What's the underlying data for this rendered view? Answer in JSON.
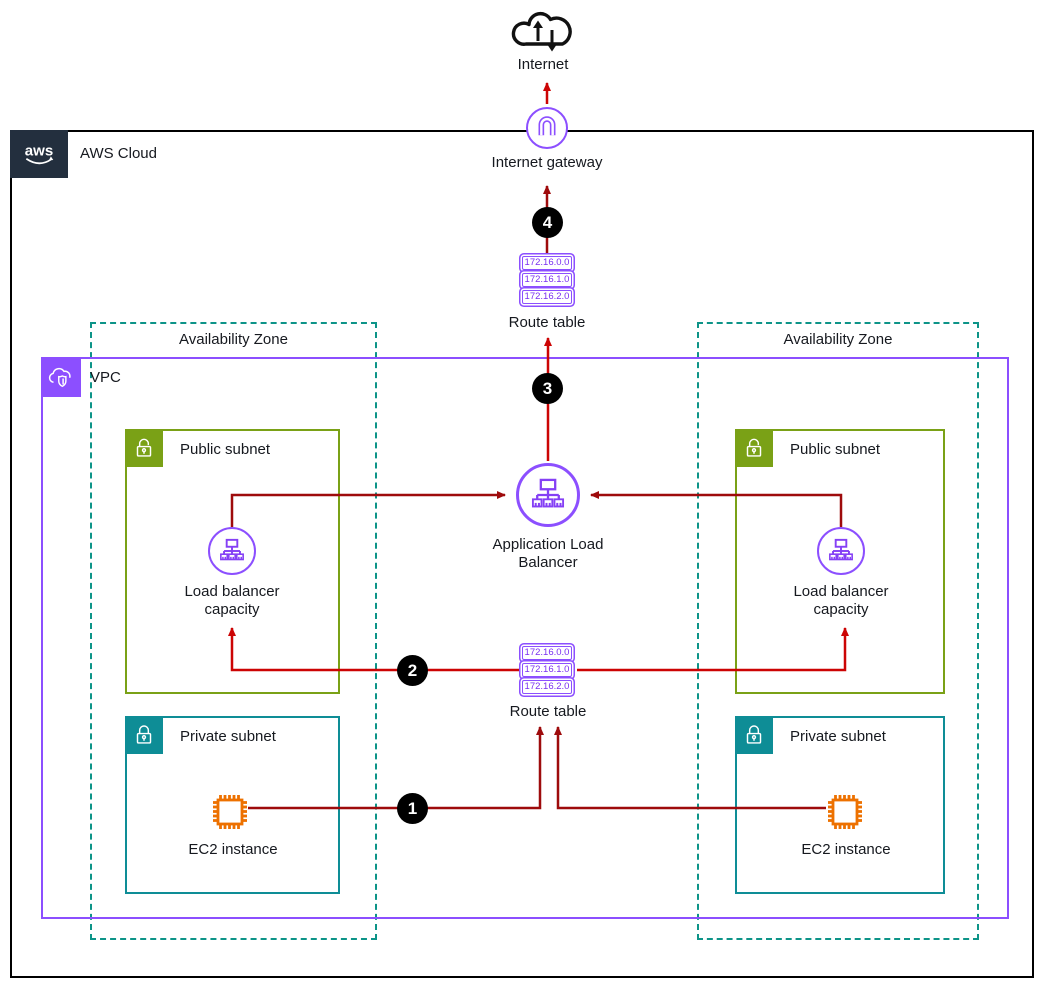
{
  "internet": {
    "label": "Internet"
  },
  "internet_gateway": {
    "label": "Internet gateway"
  },
  "route_table_top": {
    "label": "Route table",
    "rows": [
      "172.16.0.0",
      "172.16.1.0",
      "172.16.2.0"
    ]
  },
  "route_table_middle": {
    "label": "Route table",
    "rows": [
      "172.16.0.0",
      "172.16.1.0",
      "172.16.2.0"
    ]
  },
  "alb": {
    "label_line1": "Application Load",
    "label_line2": "Balancer"
  },
  "aws_cloud": {
    "label": "AWS Cloud",
    "logo_text": "aws"
  },
  "vpc": {
    "label": "VPC"
  },
  "availability_zone_left": {
    "label": "Availability Zone"
  },
  "availability_zone_right": {
    "label": "Availability Zone"
  },
  "public_subnet_left": {
    "label": "Public subnet",
    "lb_line1": "Load balancer",
    "lb_line2": "capacity"
  },
  "public_subnet_right": {
    "label": "Public subnet",
    "lb_line1": "Load balancer",
    "lb_line2": "capacity"
  },
  "private_subnet_left": {
    "label": "Private subnet",
    "ec2_label": "EC2 instance"
  },
  "private_subnet_right": {
    "label": "Private subnet",
    "ec2_label": "EC2 instance"
  },
  "steps": {
    "s1": "1",
    "s2": "2",
    "s3": "3",
    "s4": "4"
  },
  "icons": {
    "internet": "cloud-up-down-arrows-icon",
    "internet_gateway": "arch-gateway-icon",
    "alb": "load-balancer-tree-icon",
    "lb_capacity": "load-balancer-tree-icon",
    "ec2": "chip-icon",
    "vpc": "cloud-shield-icon",
    "public_subnet": "open-padlock-icon",
    "private_subnet": "closed-padlock-icon",
    "aws": "aws-smile-logo"
  },
  "colors": {
    "purple": "#8c4fff",
    "green": "#7aa116",
    "teal_subnet": "#0e8d96",
    "teal_az": "#0d9488",
    "orange": "#ed7100",
    "red_bright": "#cc0404",
    "red_dark": "#9e0b0c",
    "navy": "#232f3e",
    "black": "#000000"
  }
}
